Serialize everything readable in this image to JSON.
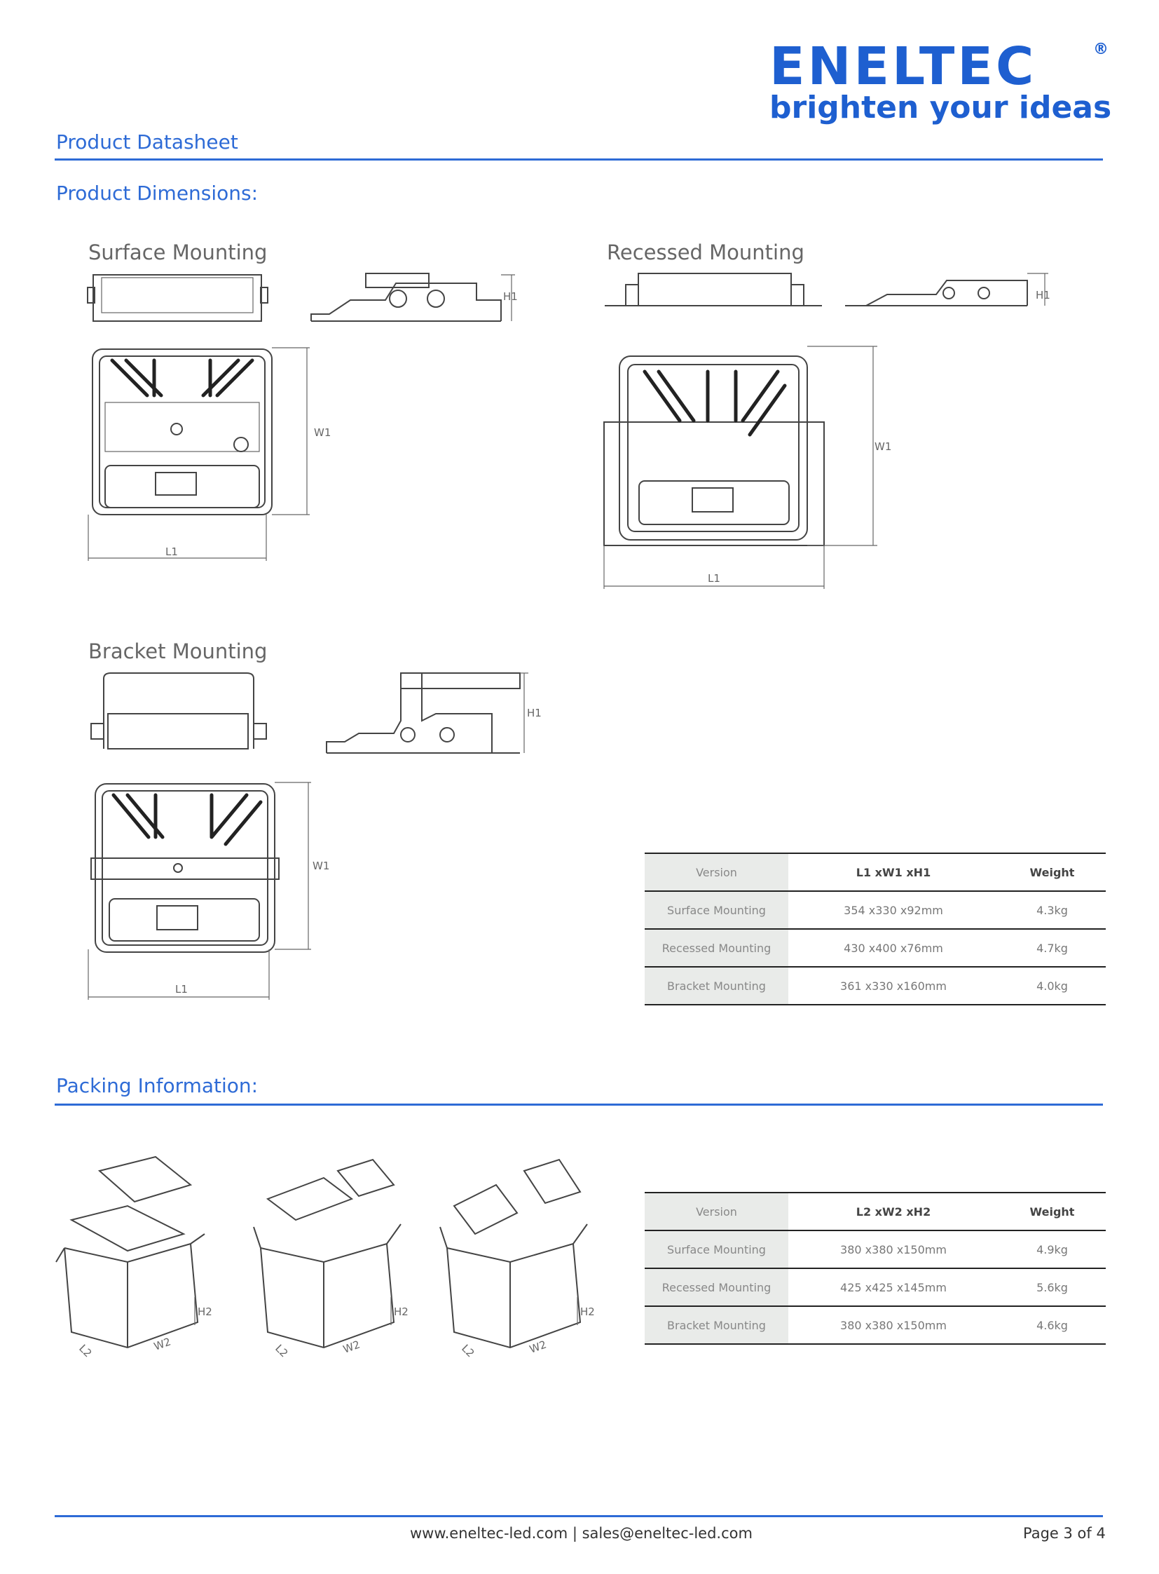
{
  "brand": {
    "name": "ENELTEC",
    "registered": "®",
    "tagline": "brighten your ideas",
    "color": "#1e5fd0"
  },
  "header": {
    "doc_type": "Product Datasheet"
  },
  "dimensions": {
    "title": "Product Dimensions:",
    "surface": {
      "title": "Surface Mounting",
      "labels": {
        "h": "H1",
        "w": "W1",
        "l": "L1"
      }
    },
    "recessed": {
      "title": "Recessed Mounting",
      "labels": {
        "h": "H1",
        "w": "W1",
        "l": "L1"
      }
    },
    "bracket": {
      "title": "Bracket Mounting",
      "labels": {
        "h": "H1",
        "w": "W1",
        "l": "L1"
      }
    },
    "table": {
      "headers": [
        "Version",
        "L1 xW1 xH1",
        "Weight"
      ],
      "rows": [
        [
          "Surface Mounting",
          "354 x330 x92mm",
          "4.3kg"
        ],
        [
          "Recessed Mounting",
          "430 x400 x76mm",
          "4.7kg"
        ],
        [
          "Bracket Mounting",
          "361 x330 x160mm",
          "4.0kg"
        ]
      ]
    }
  },
  "packing": {
    "title": "Packing Information:",
    "box_labels": {
      "h": "H2",
      "w": "W2",
      "l": "L2"
    },
    "table": {
      "headers": [
        "Version",
        "L2 xW2 xH2",
        "Weight"
      ],
      "rows": [
        [
          "Surface Mounting",
          "380 x380 x150mm",
          "4.9kg"
        ],
        [
          "Recessed Mounting",
          "425 x425 x145mm",
          "5.6kg"
        ],
        [
          "Bracket Mounting",
          "380 x380 x150mm",
          "4.6kg"
        ]
      ]
    }
  },
  "footer": {
    "contact": "www.eneltec-led.com | sales@eneltec-led.com",
    "page": "Page 3 of 4"
  },
  "colors": {
    "accent": "#2e6bd6",
    "table_shade": "#e9ebe9"
  }
}
